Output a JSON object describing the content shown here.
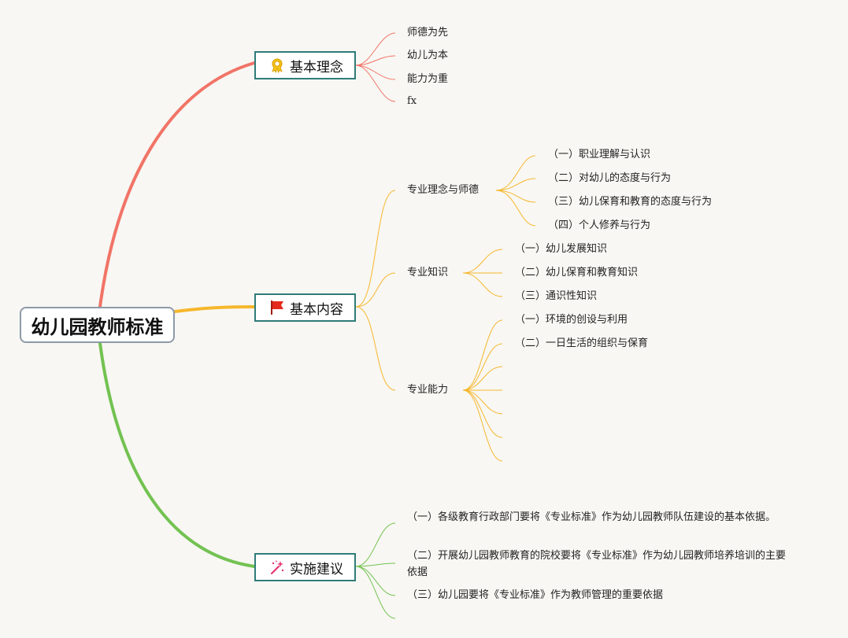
{
  "root": {
    "title": "幼儿园教师标准"
  },
  "colors": {
    "background": "#f8f7f3",
    "branch_red": "#f17467",
    "branch_orange": "#f6b72c",
    "branch_green": "#73c251",
    "node_border": "#2f7c78",
    "root_border": "#8e9aa8"
  },
  "branches": [
    {
      "label": "基本理念",
      "icon": "award-medal-icon",
      "leaves": [
        "师德为先",
        "幼儿为本",
        "能力为重",
        "fx"
      ]
    },
    {
      "label": "基本内容",
      "icon": "red-flag-icon",
      "children": [
        {
          "label": "专业理念与师德",
          "leaves": [
            "（一）职业理解与认识",
            "（二）对幼儿的态度与行为",
            "（三）幼儿保育和教育的态度与行为",
            "（四）个人修养与行为"
          ]
        },
        {
          "label": "专业知识",
          "leaves": [
            "（一）幼儿发展知识",
            "（二）幼儿保育和教育知识",
            "（三）通识性知识"
          ]
        },
        {
          "label": "专业能力",
          "leaves": [
            "（一）环境的创设与利用",
            "（二）一日生活的组织与保育",
            "",
            "",
            "",
            "",
            ""
          ]
        }
      ]
    },
    {
      "label": "实施建议",
      "icon": "magic-wand-icon",
      "leaves": [
        "（一）各级教育行政部门要将《专业标准》作为幼儿园教师队伍建设的基本依据。",
        "（二）开展幼儿园教师教育的院校要将《专业标准》作为幼儿园教师培养培训的主要依据",
        "（三）幼儿园要将《专业标准》作为教师管理的重要依据",
        ""
      ]
    }
  ]
}
